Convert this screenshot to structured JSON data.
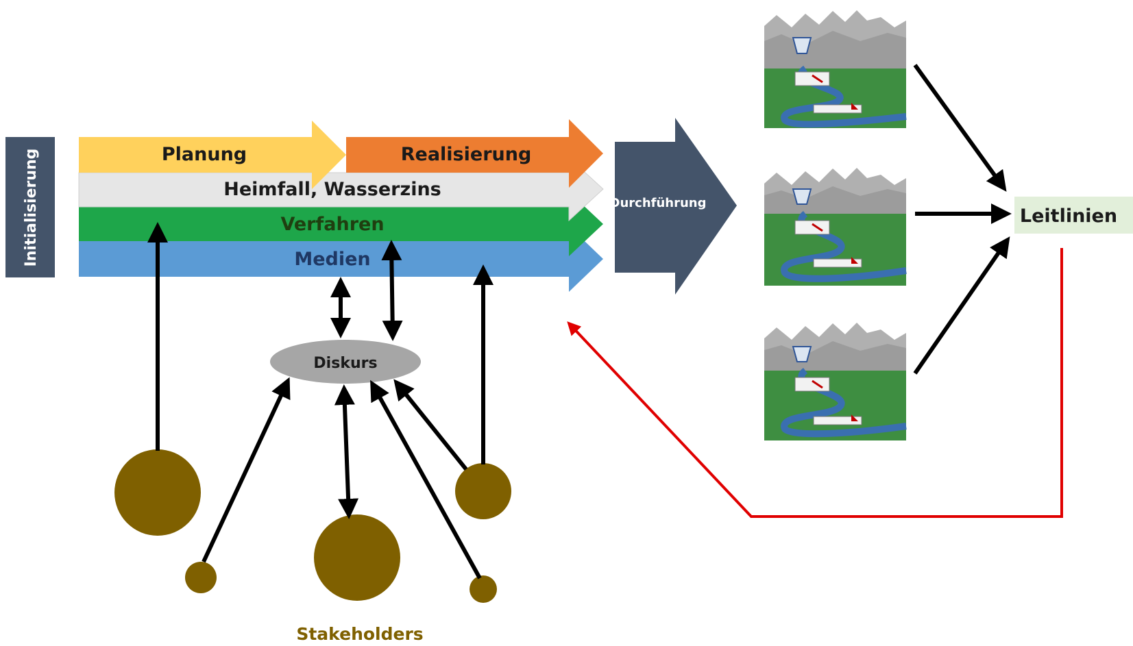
{
  "initialisierung": "Initialisierung",
  "phases": {
    "planung": "Planung",
    "realisierung": "Realisierung"
  },
  "bands": {
    "heimfall": "Heimfall, Wasserzins",
    "verfahren": "Verfahren",
    "medien": "Medien"
  },
  "durchfuehrung": "Durchführung",
  "diskurs": "Diskurs",
  "leitlinien": "Leitlinien",
  "stakeholders": "Stakeholders",
  "colors": {
    "planung": "#FFD15C",
    "realisierung": "#ED7D31",
    "heimfall": "#E6E6E6",
    "verfahren": "#1EA64A",
    "medien": "#5B9BD5",
    "dark_navy": "#44546A",
    "diskurs": "#A6A6A6",
    "leitlinien_bg": "#E2EFDA",
    "stakeholder": "#7F6000",
    "feedback": "#E00000",
    "scene_sky": "#FFFFFF",
    "scene_mountain": "#B0B0B0",
    "scene_ground": "#3E8E41",
    "scene_river": "#3A6FB0"
  },
  "scenes": [
    "scene-1",
    "scene-2",
    "scene-3"
  ]
}
